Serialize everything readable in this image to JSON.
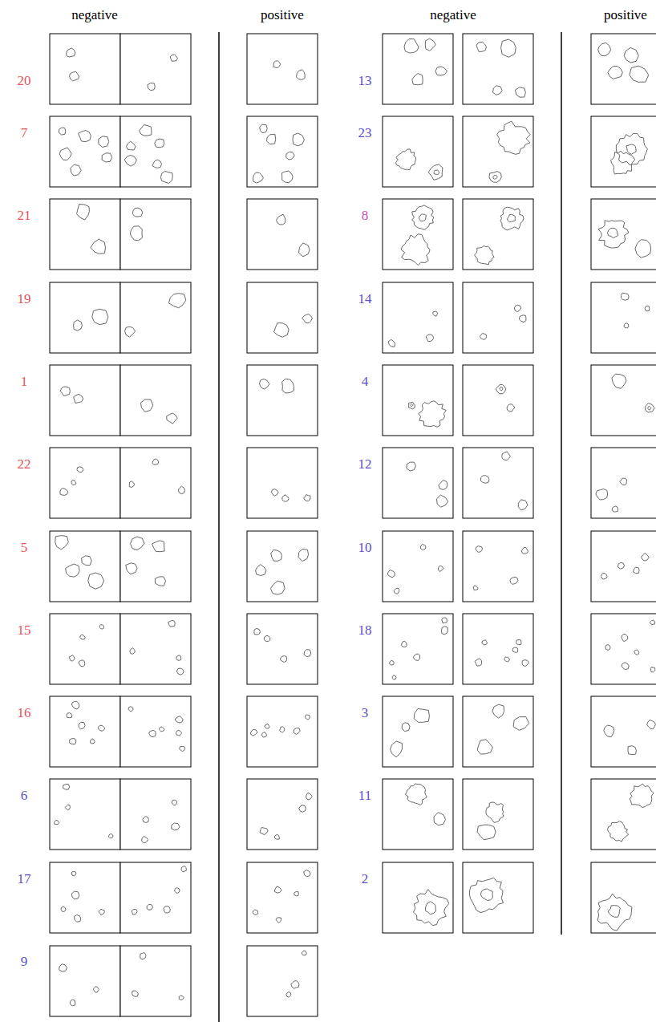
{
  "diagram": {
    "labels": [
      "negative",
      "positive",
      "negative",
      "positive",
      "20",
      "7",
      "21",
      "19",
      "1",
      "22",
      "5",
      "15",
      "16",
      "6",
      "17",
      "9",
      "13",
      "23",
      "8",
      "14",
      "4",
      "12",
      "10",
      "18",
      "3",
      "11",
      "2"
    ]
  }
}
